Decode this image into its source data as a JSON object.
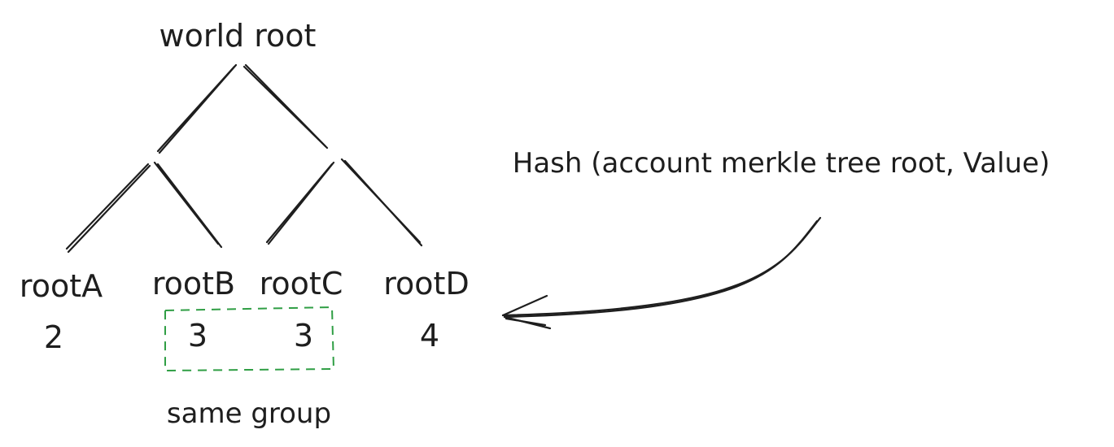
{
  "diagram": {
    "root_label": "world root",
    "leaves": [
      {
        "name": "rootA",
        "value": "2"
      },
      {
        "name": "rootB",
        "value": "3"
      },
      {
        "name": "rootC",
        "value": "3"
      },
      {
        "name": "rootD",
        "value": "4"
      }
    ],
    "group_label": "same group",
    "annotation": "Hash (account merkle tree root, Value)",
    "colors": {
      "ink": "#1e1e1e",
      "group_box": "#2f9e44",
      "background": "#ffffff"
    }
  }
}
